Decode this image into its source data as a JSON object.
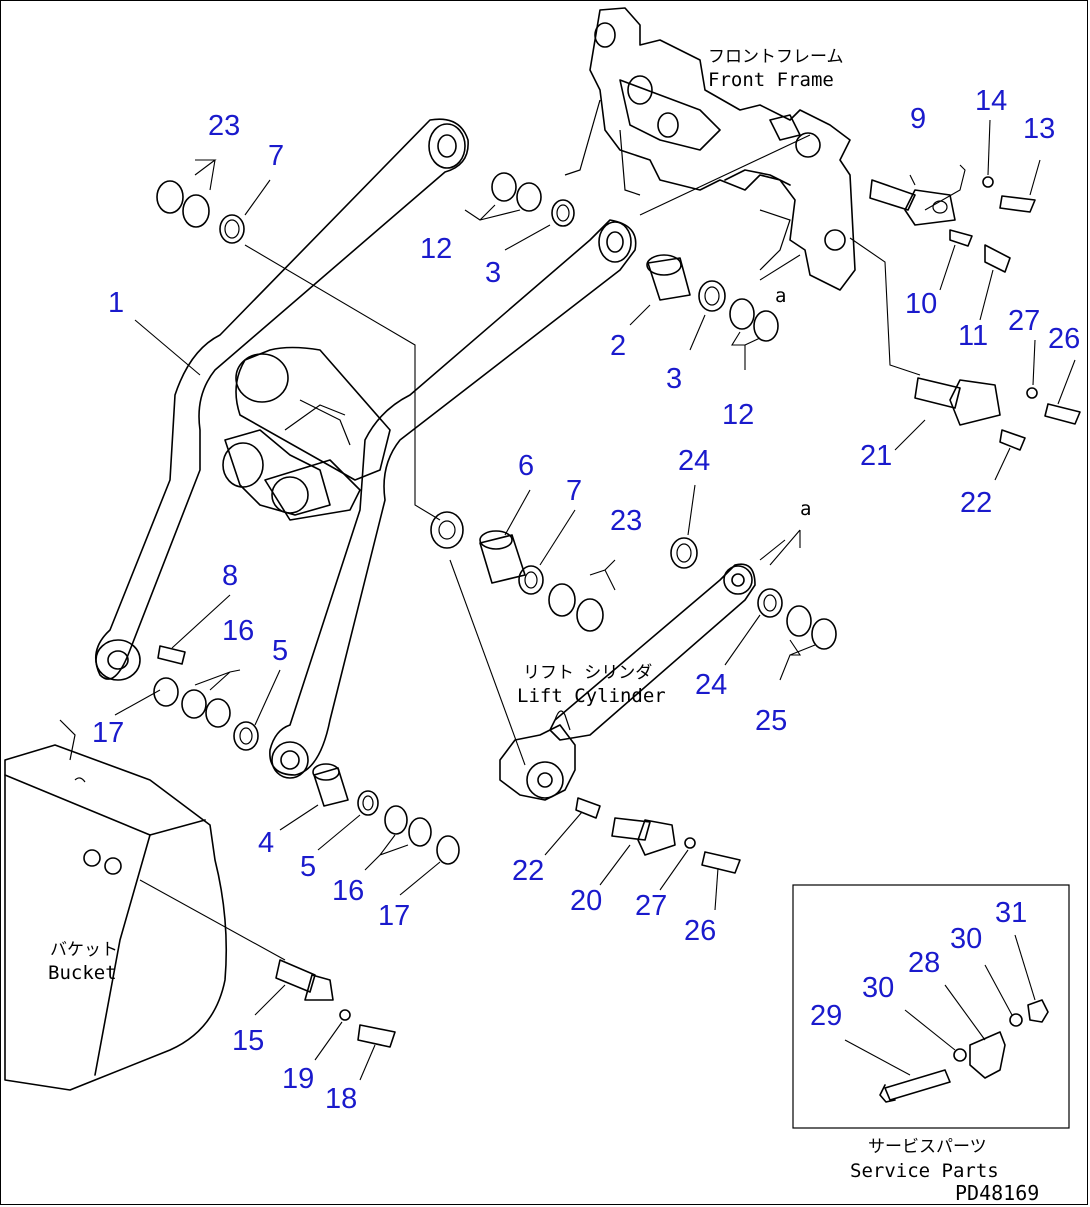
{
  "labels": {
    "front_frame_jp": "フロントフレーム",
    "front_frame_en": "Front Frame",
    "lift_cylinder_jp": "リフト シリンダ",
    "lift_cylinder_en": "Lift Cylinder",
    "bucket_jp": "バケット",
    "bucket_en": "Bucket",
    "service_parts_jp": "サービスパーツ",
    "service_parts_en": "Service Parts",
    "drawing_code": "PD48169",
    "ref_a": "a"
  },
  "part_numbers": [
    "1",
    "2",
    "3",
    "3",
    "4",
    "5",
    "5",
    "6",
    "7",
    "7",
    "8",
    "9",
    "10",
    "11",
    "12",
    "12",
    "13",
    "14",
    "15",
    "16",
    "16",
    "17",
    "17",
    "18",
    "19",
    "20",
    "21",
    "22",
    "22",
    "23",
    "23",
    "24",
    "24",
    "25",
    "26",
    "26",
    "27",
    "27",
    "28",
    "29",
    "30",
    "30",
    "31"
  ],
  "colors": {
    "callout": "#1a1acc",
    "line": "#000000"
  }
}
